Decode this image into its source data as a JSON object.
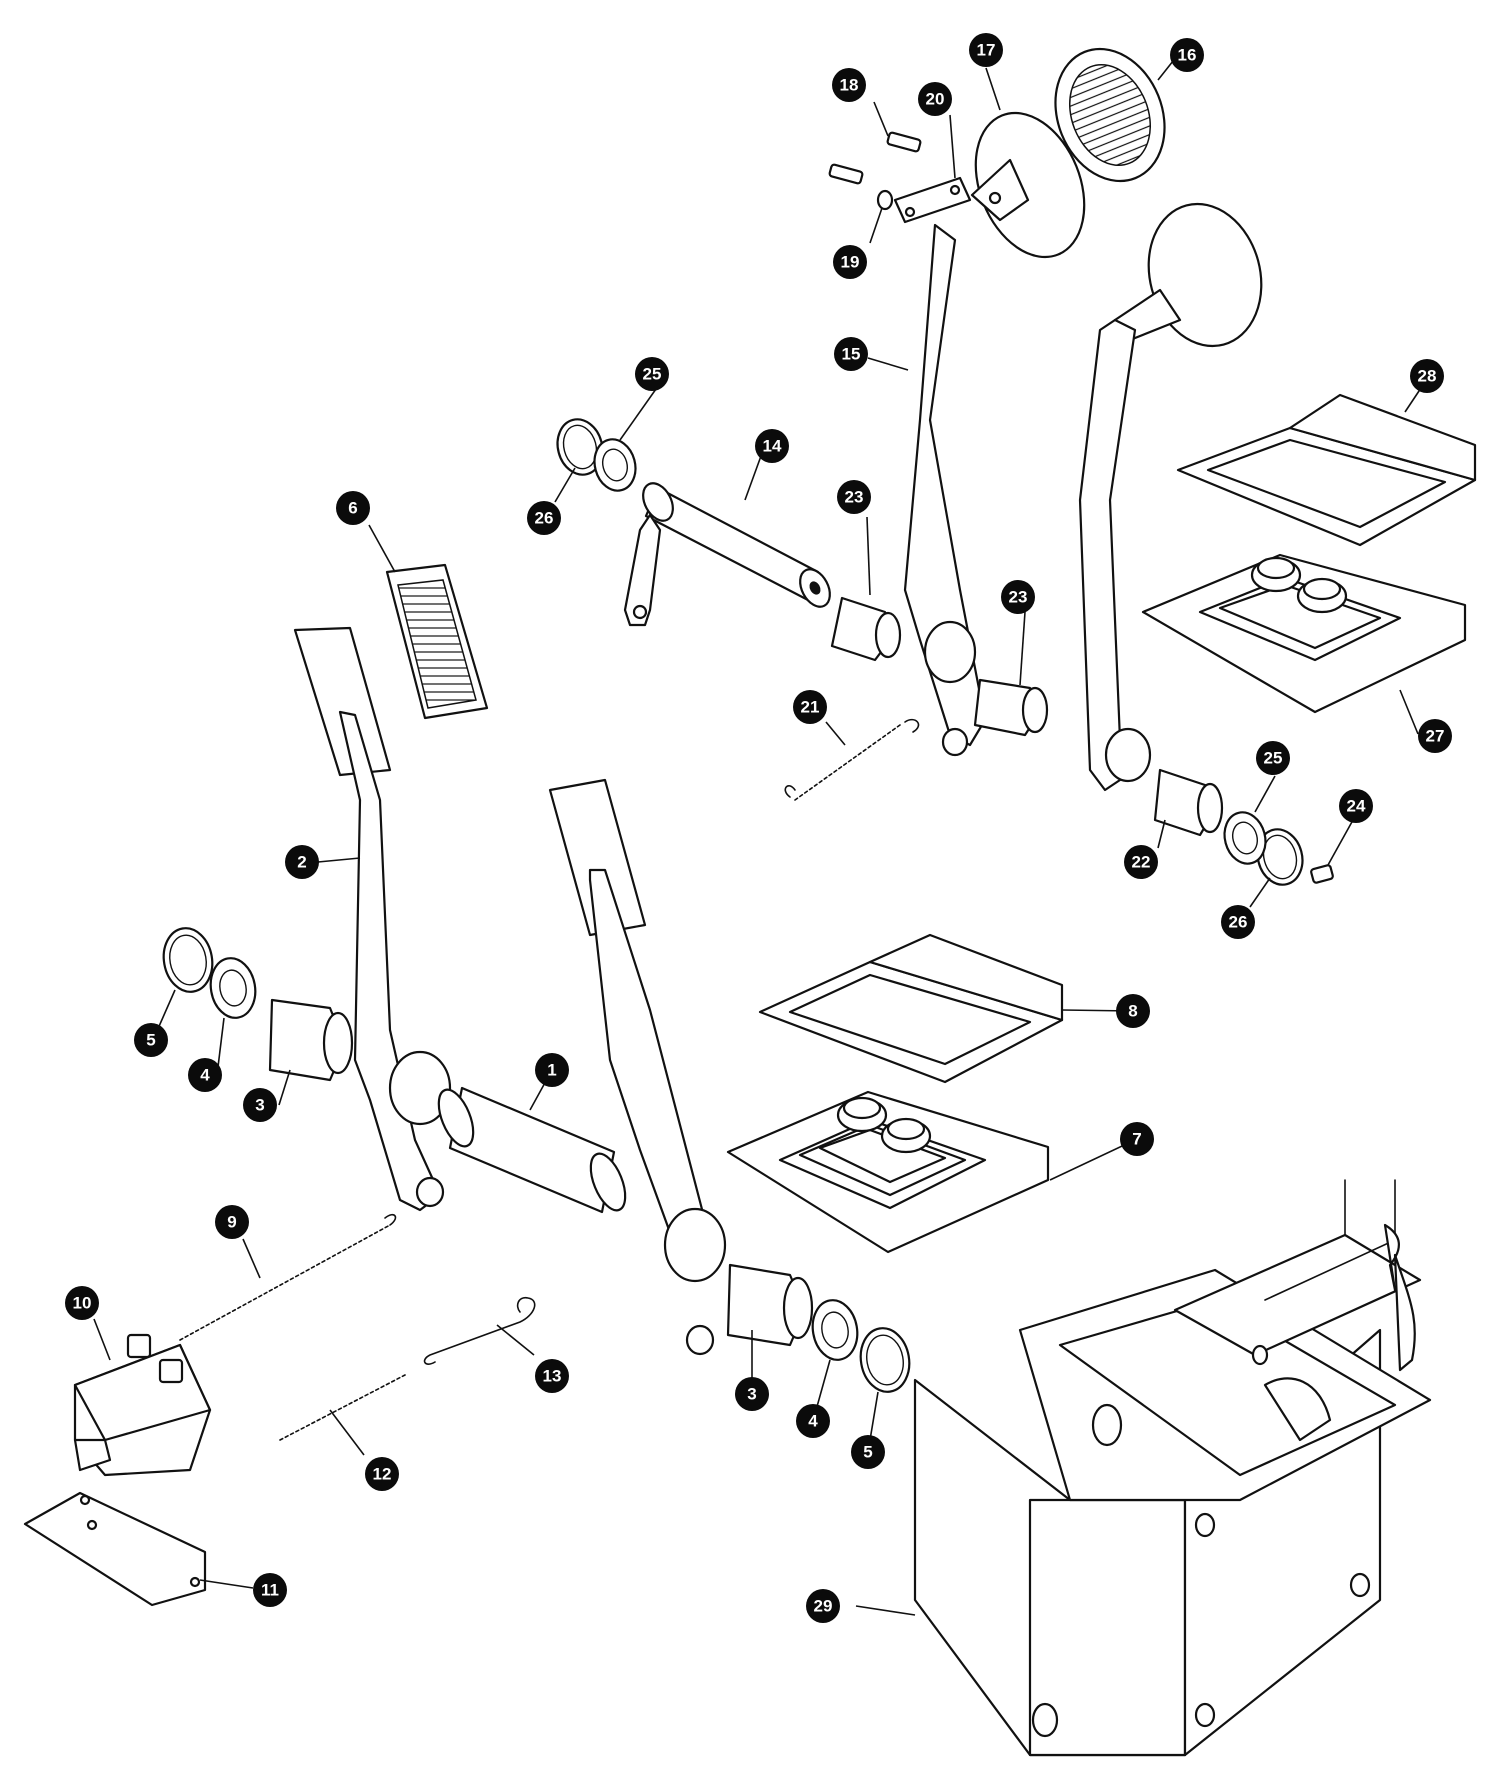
{
  "callouts": [
    {
      "id": "c1",
      "label": "1"
    },
    {
      "id": "c2",
      "label": "2"
    },
    {
      "id": "c3a",
      "label": "3"
    },
    {
      "id": "c3b",
      "label": "3"
    },
    {
      "id": "c4a",
      "label": "4"
    },
    {
      "id": "c4b",
      "label": "4"
    },
    {
      "id": "c5a",
      "label": "5"
    },
    {
      "id": "c5b",
      "label": "5"
    },
    {
      "id": "c6",
      "label": "6"
    },
    {
      "id": "c7",
      "label": "7"
    },
    {
      "id": "c8",
      "label": "8"
    },
    {
      "id": "c9",
      "label": "9"
    },
    {
      "id": "c10",
      "label": "10"
    },
    {
      "id": "c11",
      "label": "11"
    },
    {
      "id": "c12",
      "label": "12"
    },
    {
      "id": "c13",
      "label": "13"
    },
    {
      "id": "c14",
      "label": "14"
    },
    {
      "id": "c15",
      "label": "15"
    },
    {
      "id": "c16",
      "label": "16"
    },
    {
      "id": "c17",
      "label": "17"
    },
    {
      "id": "c18",
      "label": "18"
    },
    {
      "id": "c19",
      "label": "19"
    },
    {
      "id": "c20",
      "label": "20"
    },
    {
      "id": "c21",
      "label": "21"
    },
    {
      "id": "c22",
      "label": "22"
    },
    {
      "id": "c23a",
      "label": "23"
    },
    {
      "id": "c23b",
      "label": "23"
    },
    {
      "id": "c24",
      "label": "24"
    },
    {
      "id": "c25a",
      "label": "25"
    },
    {
      "id": "c25b",
      "label": "25"
    },
    {
      "id": "c26a",
      "label": "26"
    },
    {
      "id": "c26b",
      "label": "26"
    },
    {
      "id": "c27",
      "label": "27"
    },
    {
      "id": "c28",
      "label": "28"
    },
    {
      "id": "c29",
      "label": "29"
    }
  ]
}
